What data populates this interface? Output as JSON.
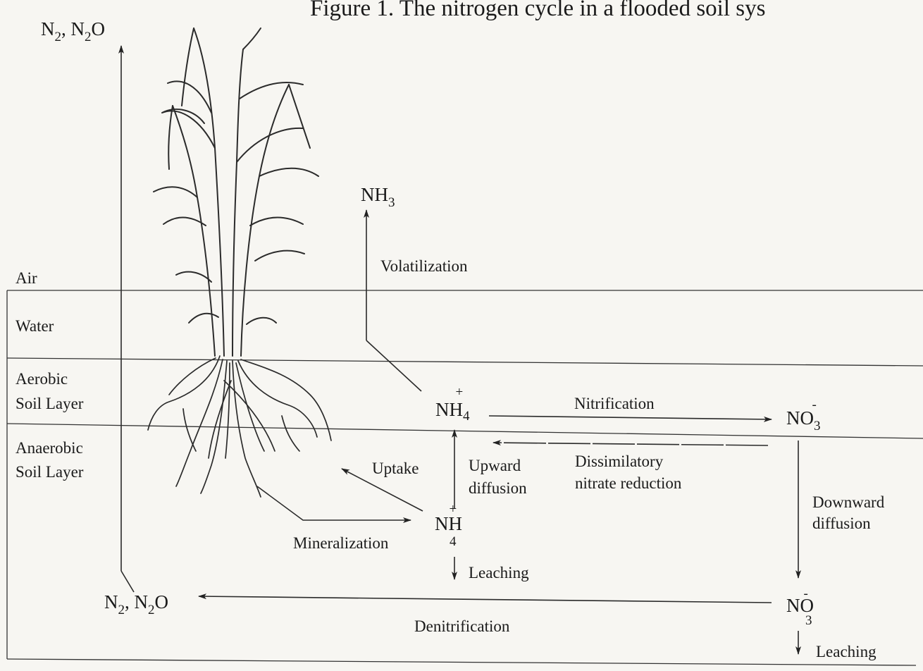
{
  "title": "Figure 1.  The nitrogen cycle in a flooded soil sys",
  "layers": {
    "air": "Air",
    "water": "Water",
    "aerobic": [
      "Aerobic",
      "Soil Layer"
    ],
    "anaerobic": [
      "Anaerobic",
      "Soil Layer"
    ]
  },
  "species": {
    "n2_top": {
      "main": "N",
      "sub1": "2",
      "sep": ", N",
      "sub2": "2",
      "tail": "O"
    },
    "n2_bottom": {
      "main": "N",
      "sub1": "2",
      "sep": ", N",
      "sub2": "2",
      "tail": "O"
    },
    "nh3": {
      "main": "NH",
      "sub": "3"
    },
    "nh4_aerobic": {
      "main": "NH",
      "sub": "4",
      "sup": "+"
    },
    "nh4_anaerobic": {
      "main": "NH",
      "sub": "4",
      "sup": "+"
    },
    "no3_aerobic": {
      "main": "NO",
      "sub": "3",
      "sup": "-"
    },
    "no3_anaerobic": {
      "main": "NO",
      "sub": "3",
      "sup": "-"
    }
  },
  "processes": {
    "volatilization": "Volatilization",
    "nitrification": "Nitrification",
    "dissimilatory": [
      "Dissimilatory",
      "nitrate reduction"
    ],
    "upward": [
      "Upward",
      "diffusion"
    ],
    "uptake": "Uptake",
    "mineralization": "Mineralization",
    "leaching_nh4": "Leaching",
    "downward": [
      "Downward",
      "diffusion"
    ],
    "denitrification": "Denitrification",
    "leaching_no3": "Leaching"
  }
}
